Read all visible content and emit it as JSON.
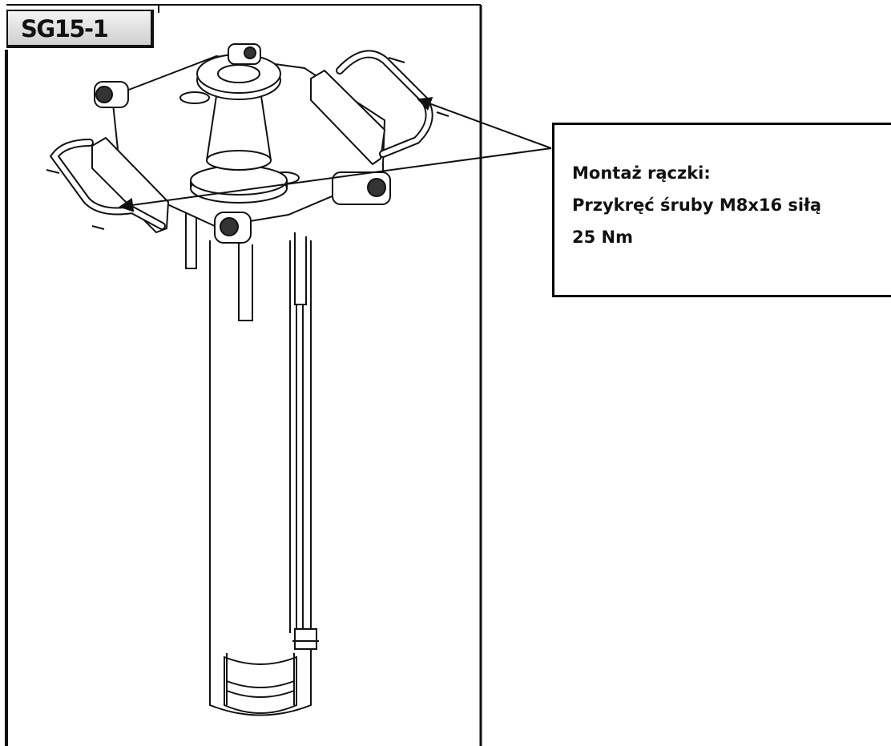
{
  "figure": {
    "label": "SG15-1"
  },
  "callout": {
    "lines": [
      "Montaż rączki:",
      "Przykręć śruby M8x16 siłą",
      "25 Nm"
    ]
  },
  "colors": {
    "ink": "#111111",
    "tag_fill": "#d8d8d8",
    "background": "#ffffff"
  }
}
